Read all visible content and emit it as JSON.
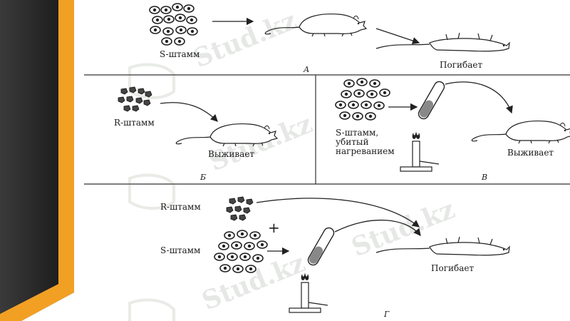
{
  "watermark": "Stud.kz",
  "panels": [
    {
      "letter": "А",
      "strain": "S-штамм",
      "outcome": "Погибает"
    },
    {
      "letter": "Б",
      "strain": "R-штамм",
      "outcome": "Выживает"
    },
    {
      "letter": "В",
      "strain_lines": [
        "S-штамм,",
        "убитый",
        "нагреванием"
      ],
      "outcome": "Выживает"
    },
    {
      "letter": "Г",
      "strain_r": "R-штамм",
      "plus": "+",
      "strain_s": "S-штамм",
      "outcome": "Погибает"
    }
  ],
  "colors": {
    "sidebar_dark": "#2b2b2b",
    "sidebar_accent": "#f2a024",
    "line": "#222222",
    "watermark": "#e3e6e3"
  }
}
